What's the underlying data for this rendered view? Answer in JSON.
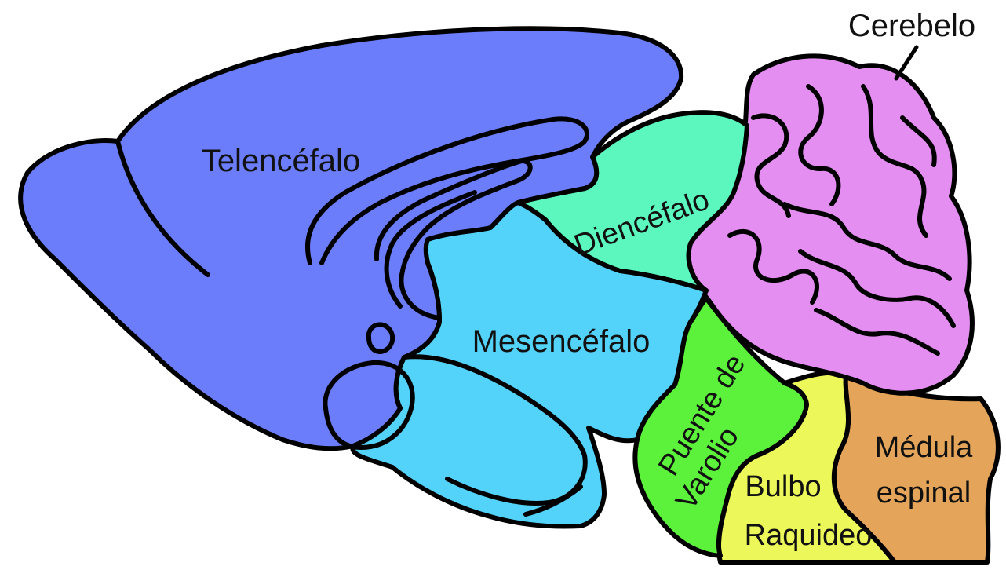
{
  "colors": {
    "telencefalo": "#6B7DFB",
    "mesencefalo": "#54D3FA",
    "diencefalo": "#5CF7BF",
    "cerebelo": "#E48EF2",
    "puente": "#5CF23C",
    "bulbo": "#ECF75A",
    "medula": "#E4A55A",
    "outline": "#000000"
  },
  "labels": {
    "telencefalo": "Telencéfalo",
    "diencefalo": "Diencéfalo",
    "mesencefalo": "Mesencéfalo",
    "cerebelo": "Cerebelo",
    "puente_line1": "Puente de",
    "puente_line2": "Varolio",
    "bulbo_line1": "Bulbo",
    "bulbo_line2": "Raquideo",
    "medula_line1": "Médula",
    "medula_line2": "espinal"
  },
  "icons": {
    "pointer": "cerebelo-leader-line"
  }
}
